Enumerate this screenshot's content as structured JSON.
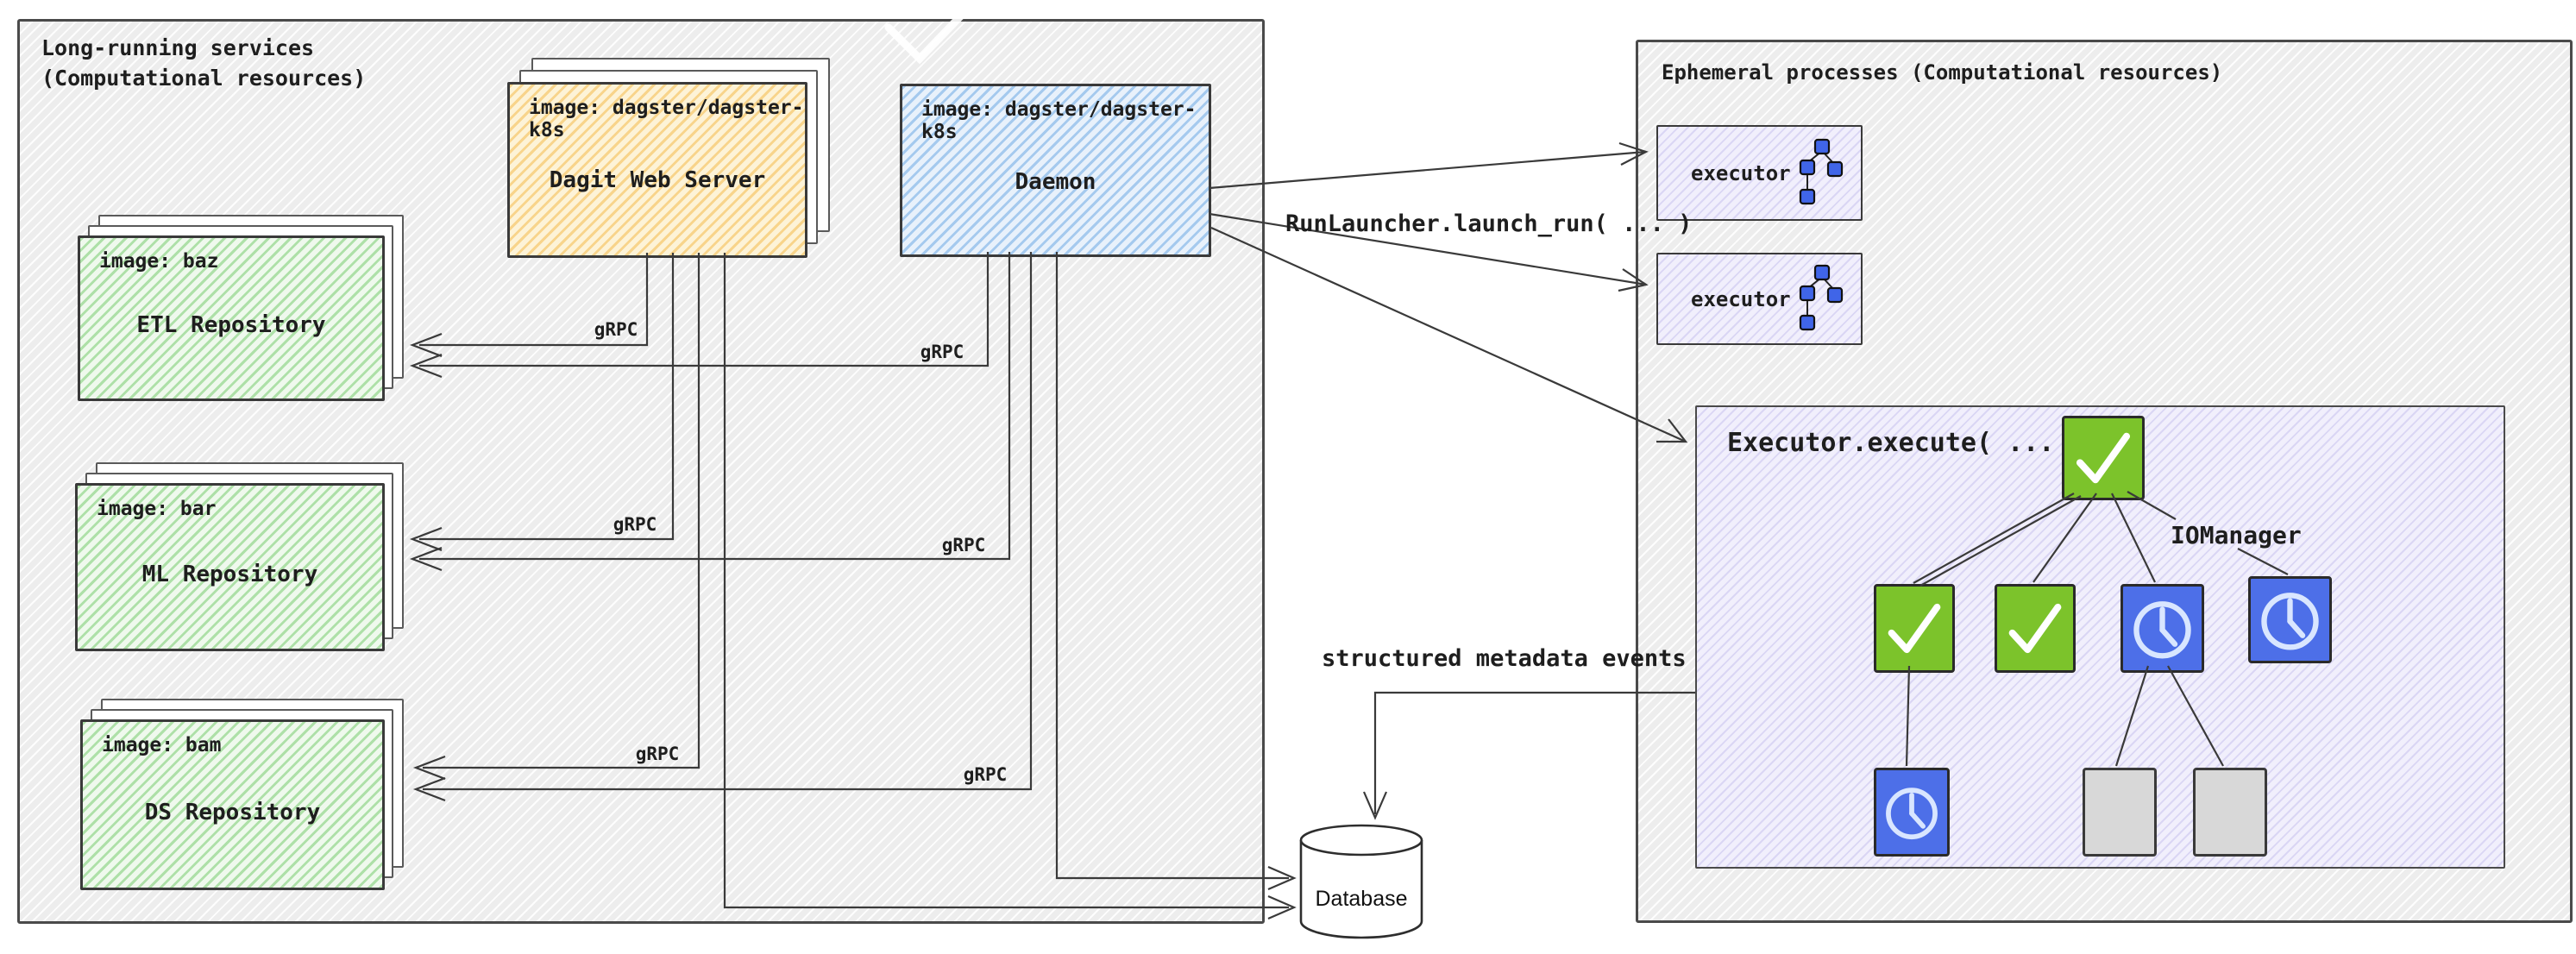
{
  "left_panel": {
    "title_line1": "Long-running services",
    "title_line2": "(Computational resources)"
  },
  "dagit": {
    "image_label": "image: dagster/dagster-k8s",
    "name": "Dagit Web Server"
  },
  "daemon": {
    "image_label": "image: dagster/dagster-k8s",
    "name": "Daemon"
  },
  "repos": [
    {
      "image_label": "image: baz",
      "name": "ETL Repository"
    },
    {
      "image_label": "image: bar",
      "name": "ML Repository"
    },
    {
      "image_label": "image: bam",
      "name": "DS Repository"
    }
  ],
  "labels": {
    "grpc": "gRPC",
    "run_launcher": "RunLauncher.launch_run( ... )",
    "structured_events": "structured metadata events",
    "io_manager": "IOManager"
  },
  "right_panel": {
    "title": "Ephemeral processes (Computational resources)"
  },
  "executors": [
    {
      "label": "executor"
    },
    {
      "label": "executor"
    }
  ],
  "executor_box": {
    "title": "Executor.execute( ... )"
  },
  "database": {
    "label": "Database"
  },
  "icons": {
    "check": "check-icon",
    "clock": "clock-icon",
    "dag": "dag-graph-icon",
    "database": "database-cylinder-icon"
  },
  "colors": {
    "dagit_fill": "#FDF3D7",
    "dagit_hatch": "#F3BA4D",
    "daemon_fill": "#E8F1FB",
    "daemon_hatch": "#78AFE6",
    "repo_fill": "#EFF9ED",
    "repo_hatch": "#6EC864",
    "executor_fill": "#F1EFFC",
    "node_success_green": "#7CC32B",
    "node_pending_blue": "#4D6FE8",
    "node_skipped_gray": "#D8D8D8",
    "panel_fill": "#F1F1F1",
    "line": "#3A3A3A"
  }
}
